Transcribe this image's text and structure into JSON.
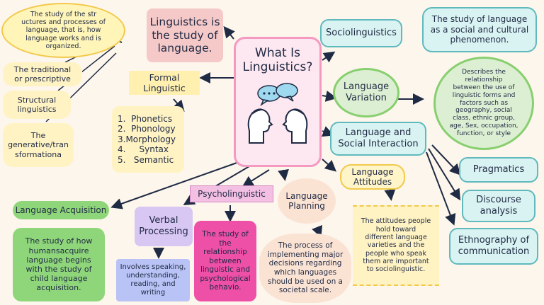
{
  "center": {
    "title": "What Is\nLinguistics?"
  },
  "definition": "Linguistics is\nthe study of\nlanguage.",
  "formal": {
    "title": "Formal\nLinguistic",
    "description": "The study of the str\nuctures and processes of\nlanguage, that is, how\nlanguage works and is\norganized.",
    "approaches": [
      "The traditional\nor prescriptive",
      "Structural\nlinguistics",
      "The\ngenerative/tran\nsformationa"
    ],
    "list": [
      "1.  Phonetics",
      "2.  Phonology",
      "3.Morphology",
      "4.     Syntax",
      "5.   Semantic"
    ]
  },
  "socio": {
    "title": "Sociolinguistics",
    "description": "The study of language\nas a social and cultural\nphenomenon."
  },
  "variation": {
    "title": "Language\nVariation",
    "description": "Describes the\nrelationship\nbetween the use of\nlinguistic forms and\nfactors such as\ngeography, social\nclass, ethnic group,\nage, Sex, occupation,\nfunction, or style"
  },
  "interaction": {
    "title": "Language and\nSocial Interaction",
    "items": [
      "Pragmatics",
      "Discourse\nanalysis",
      "Ethnography of\ncommunication"
    ]
  },
  "attitudes": {
    "title": "Language\nAttitudes",
    "description": "The attitudes people\nhold toward\ndifferent language\nvarieties and the\npeople who speak\nthem are important\nto sociolinguistic."
  },
  "planning": {
    "title": "Language\nPlanning",
    "description": "The process of\nimplementing major\ndecisions regarding\nwhich languages\nshould be used on a\nsocietal scale."
  },
  "psycho": {
    "title": "Psycholinguistic",
    "description": "The study of\nthe\nrelationship\nbetween\nlinguistic and\npsychological\nbehavio."
  },
  "verbal": {
    "title": "Verbal\nProcessing",
    "description": "Involves speaking,\nunderstanding,\nreading, and\nwriting"
  },
  "acquisition": {
    "title": "Language Acquisition",
    "description": "The study of how\nhumansacquire\nlanguage begins\nwith the study of\nchild language\nacquisition."
  },
  "colors": {
    "arrow": "#1f2a44",
    "teal": "#d9f2f2",
    "teal_border": "#5fb9bd",
    "green": "#8fd67a",
    "pink": "#f6c9c9",
    "magenta": "#ee4fa7",
    "center_fill": "#fde7f0",
    "center_border": "#f49ac1",
    "bubble": "#9ed9f0"
  }
}
